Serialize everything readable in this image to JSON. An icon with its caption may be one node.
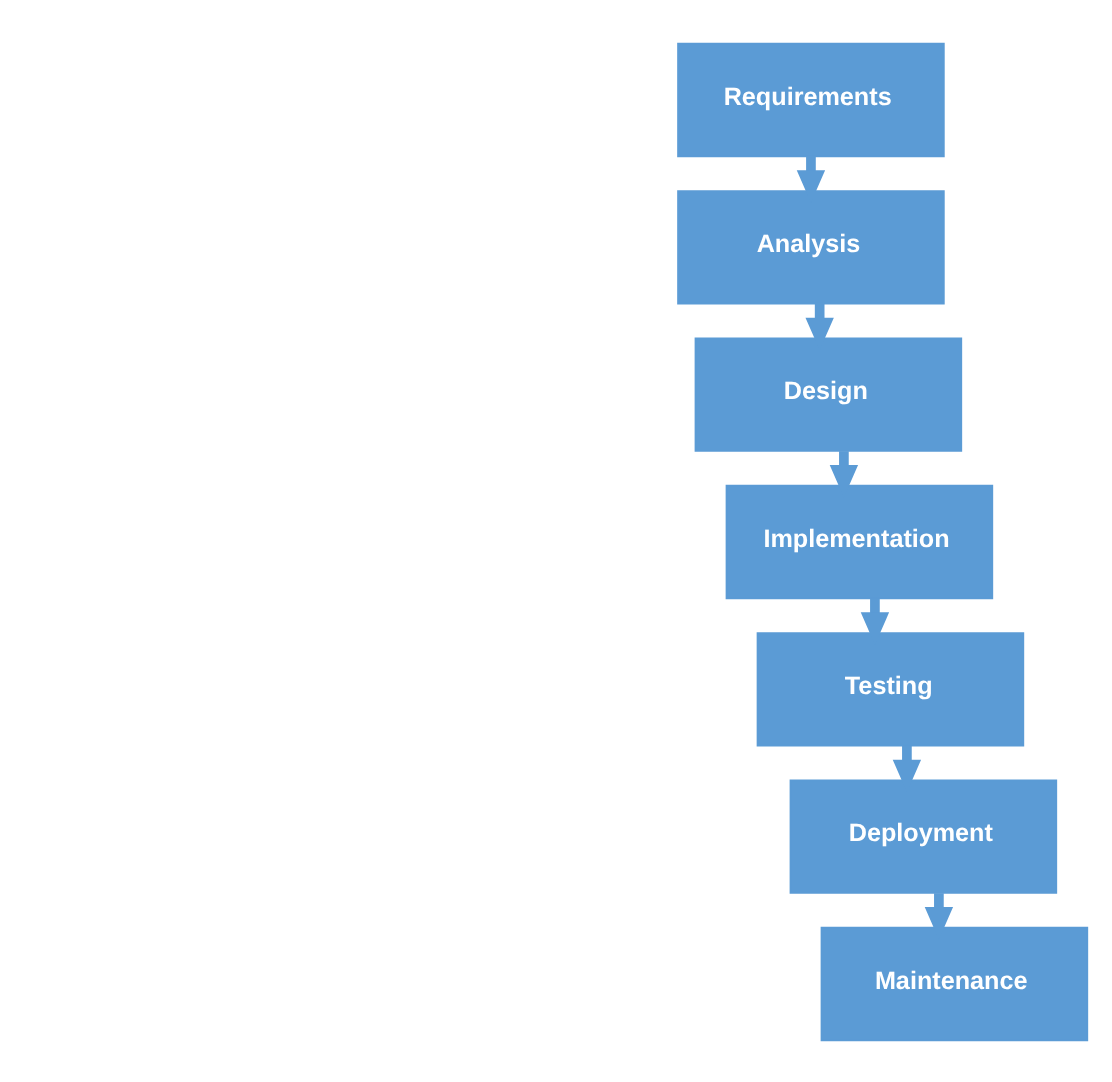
{
  "diagram": {
    "nodes": [
      {
        "text": [
          "Requirements"
        ]
      },
      {
        "text": [
          "Analysis"
        ]
      },
      {
        "text": [
          "Design"
        ]
      },
      {
        "text": [
          "Implementation"
        ]
      },
      {
        "text": [
          "Testing"
        ]
      },
      {
        "text": [
          "Deployment"
        ]
      },
      {
        "text": [
          "Maintenance"
        ]
      }
    ],
    "edges": [
      {
        "from": 0,
        "to": 1,
        "arrow": "to"
      },
      {
        "from": 1,
        "to": 2,
        "arrow": "to"
      },
      {
        "from": 2,
        "to": 3,
        "arrow": "to"
      },
      {
        "from": 3,
        "to": 4,
        "arrow": "to"
      },
      {
        "from": 4,
        "to": 5,
        "arrow": "to"
      },
      {
        "from": 5,
        "to": 6,
        "arrow": "to"
      }
    ]
  }
}
